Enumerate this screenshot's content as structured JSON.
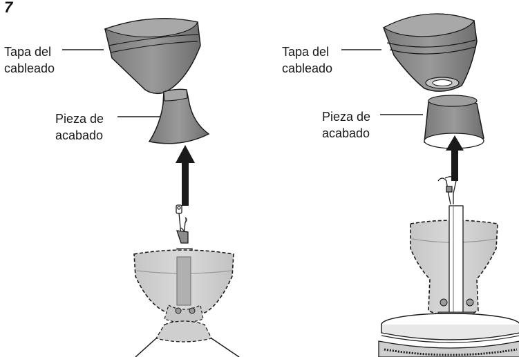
{
  "step_number": "7",
  "left_panel": {
    "cap_label_line1": "Tapa del",
    "cap_label_line2": "cableado",
    "trim_label_line1": "Pieza de",
    "trim_label_line2": "acabado"
  },
  "right_panel": {
    "cap_label_line1": "Tapa del",
    "cap_label_line2": "cableado",
    "trim_label_line1": "Pieza de",
    "trim_label_line2": "acabado"
  },
  "colors": {
    "part_fill": "#8c8c8c",
    "part_dark": "#6f6f6f",
    "ghost_fill": "#d4d4d4",
    "outline": "#1a1a1a",
    "arrow": "#1a1a1a"
  }
}
